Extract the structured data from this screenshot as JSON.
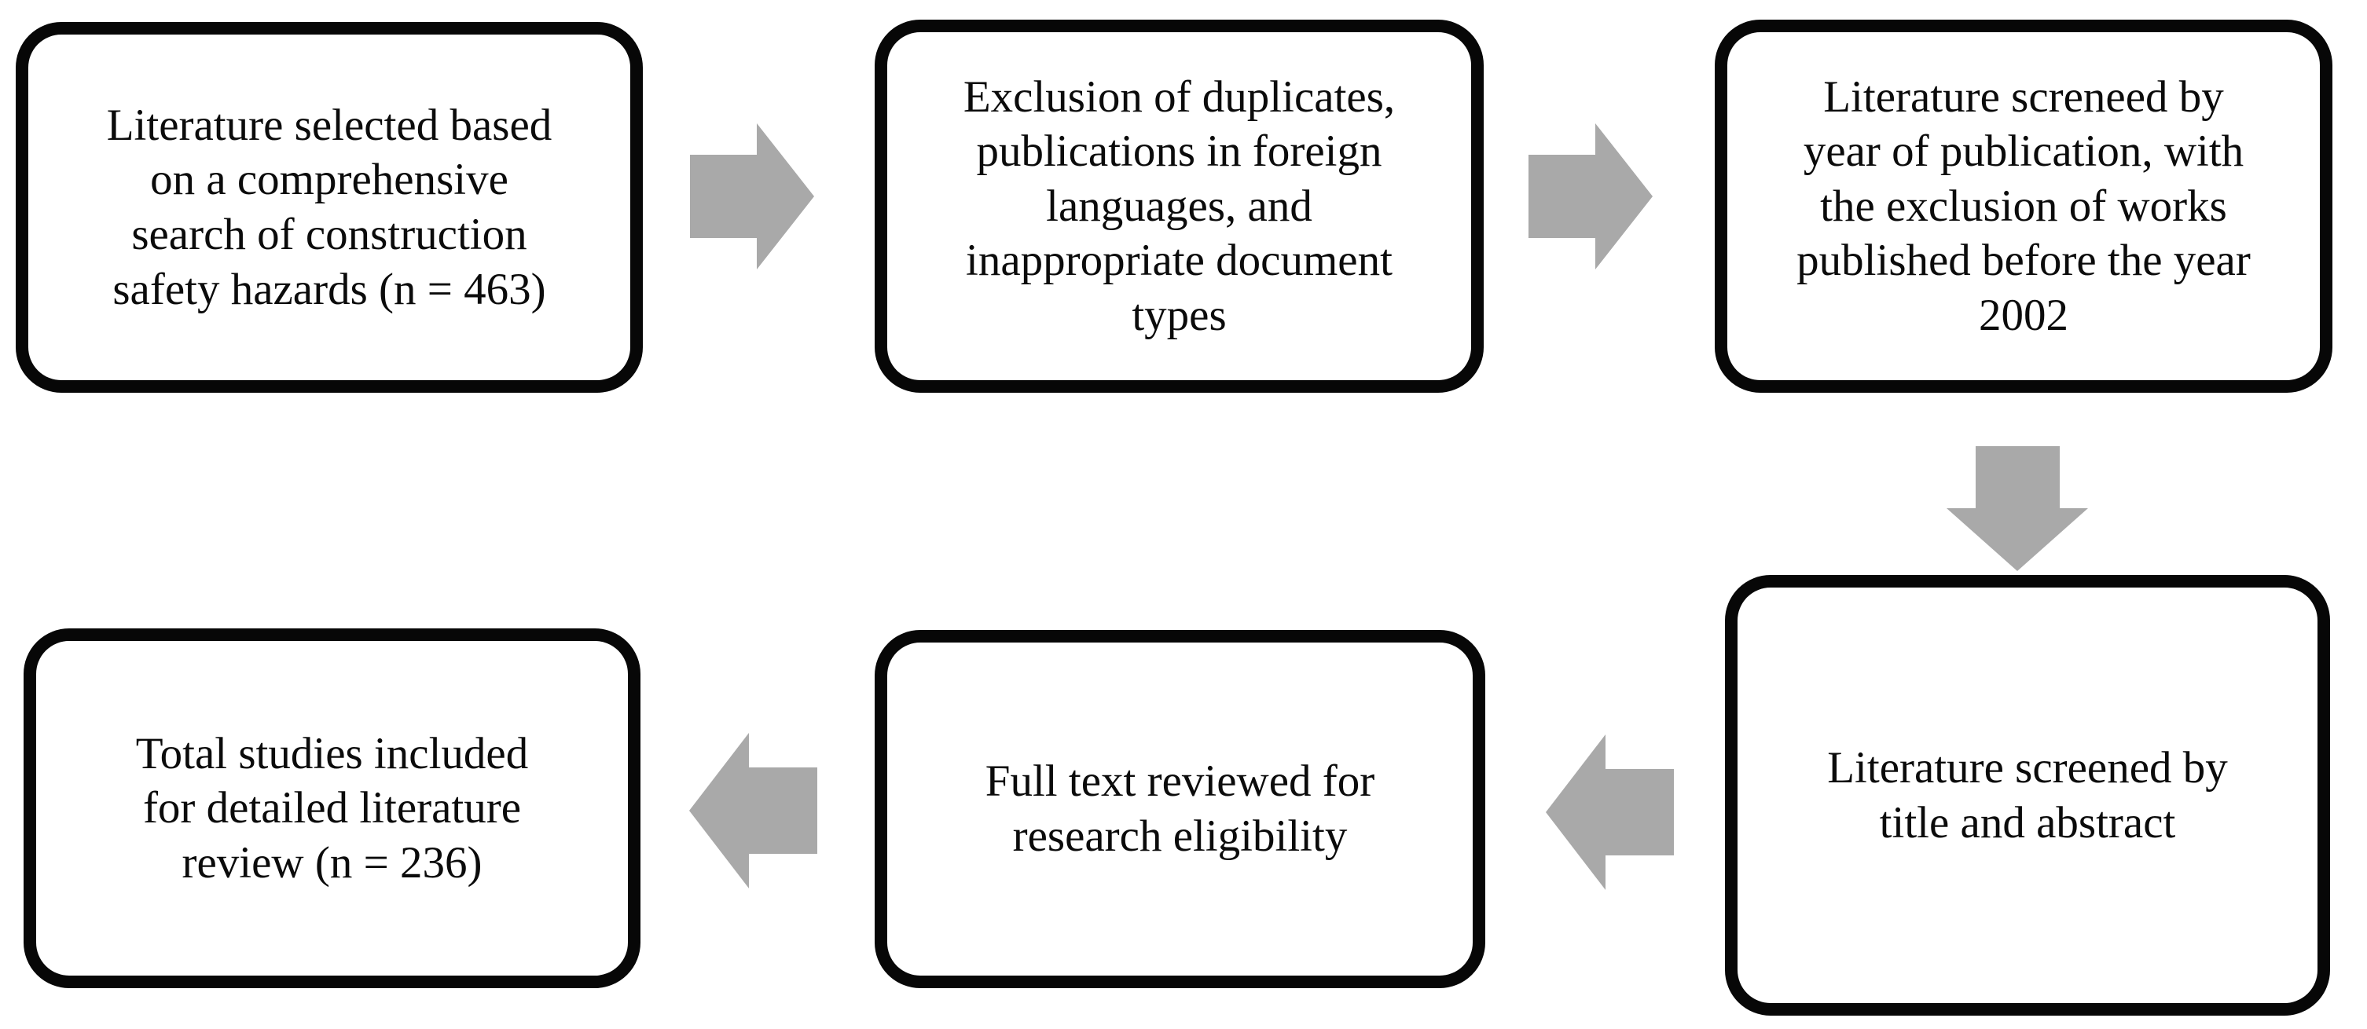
{
  "diagram": {
    "type": "flowchart",
    "steps": [
      {
        "id": 1,
        "text": "Literature selected based\non a comprehensive\nsearch of construction\nsafety hazards (n = 463)"
      },
      {
        "id": 2,
        "text": "Exclusion of duplicates,\npublications in foreign\nlanguages, and\ninappropriate document\ntypes"
      },
      {
        "id": 3,
        "text": "Literature screneed by\nyear of publication, with\nthe exclusion of works\npublished before the year\n2002"
      },
      {
        "id": 4,
        "text": "Literature screened by\ntitle and abstract"
      },
      {
        "id": 5,
        "text": "Full text reviewed for\nresearch eligibility"
      },
      {
        "id": 6,
        "text": "Total studies included\nfor detailed literature\nreview (n = 236)"
      }
    ],
    "connections": [
      {
        "from": 1,
        "to": 2,
        "direction": "right"
      },
      {
        "from": 2,
        "to": 3,
        "direction": "right"
      },
      {
        "from": 3,
        "to": 4,
        "direction": "down"
      },
      {
        "from": 4,
        "to": 5,
        "direction": "left"
      },
      {
        "from": 5,
        "to": 6,
        "direction": "left"
      }
    ],
    "colors": {
      "arrow": "#a9a9a9",
      "box_border": "#070707",
      "box_fill": "#ffffff",
      "text": "#0b0b0b",
      "background": "#ffffff"
    }
  }
}
